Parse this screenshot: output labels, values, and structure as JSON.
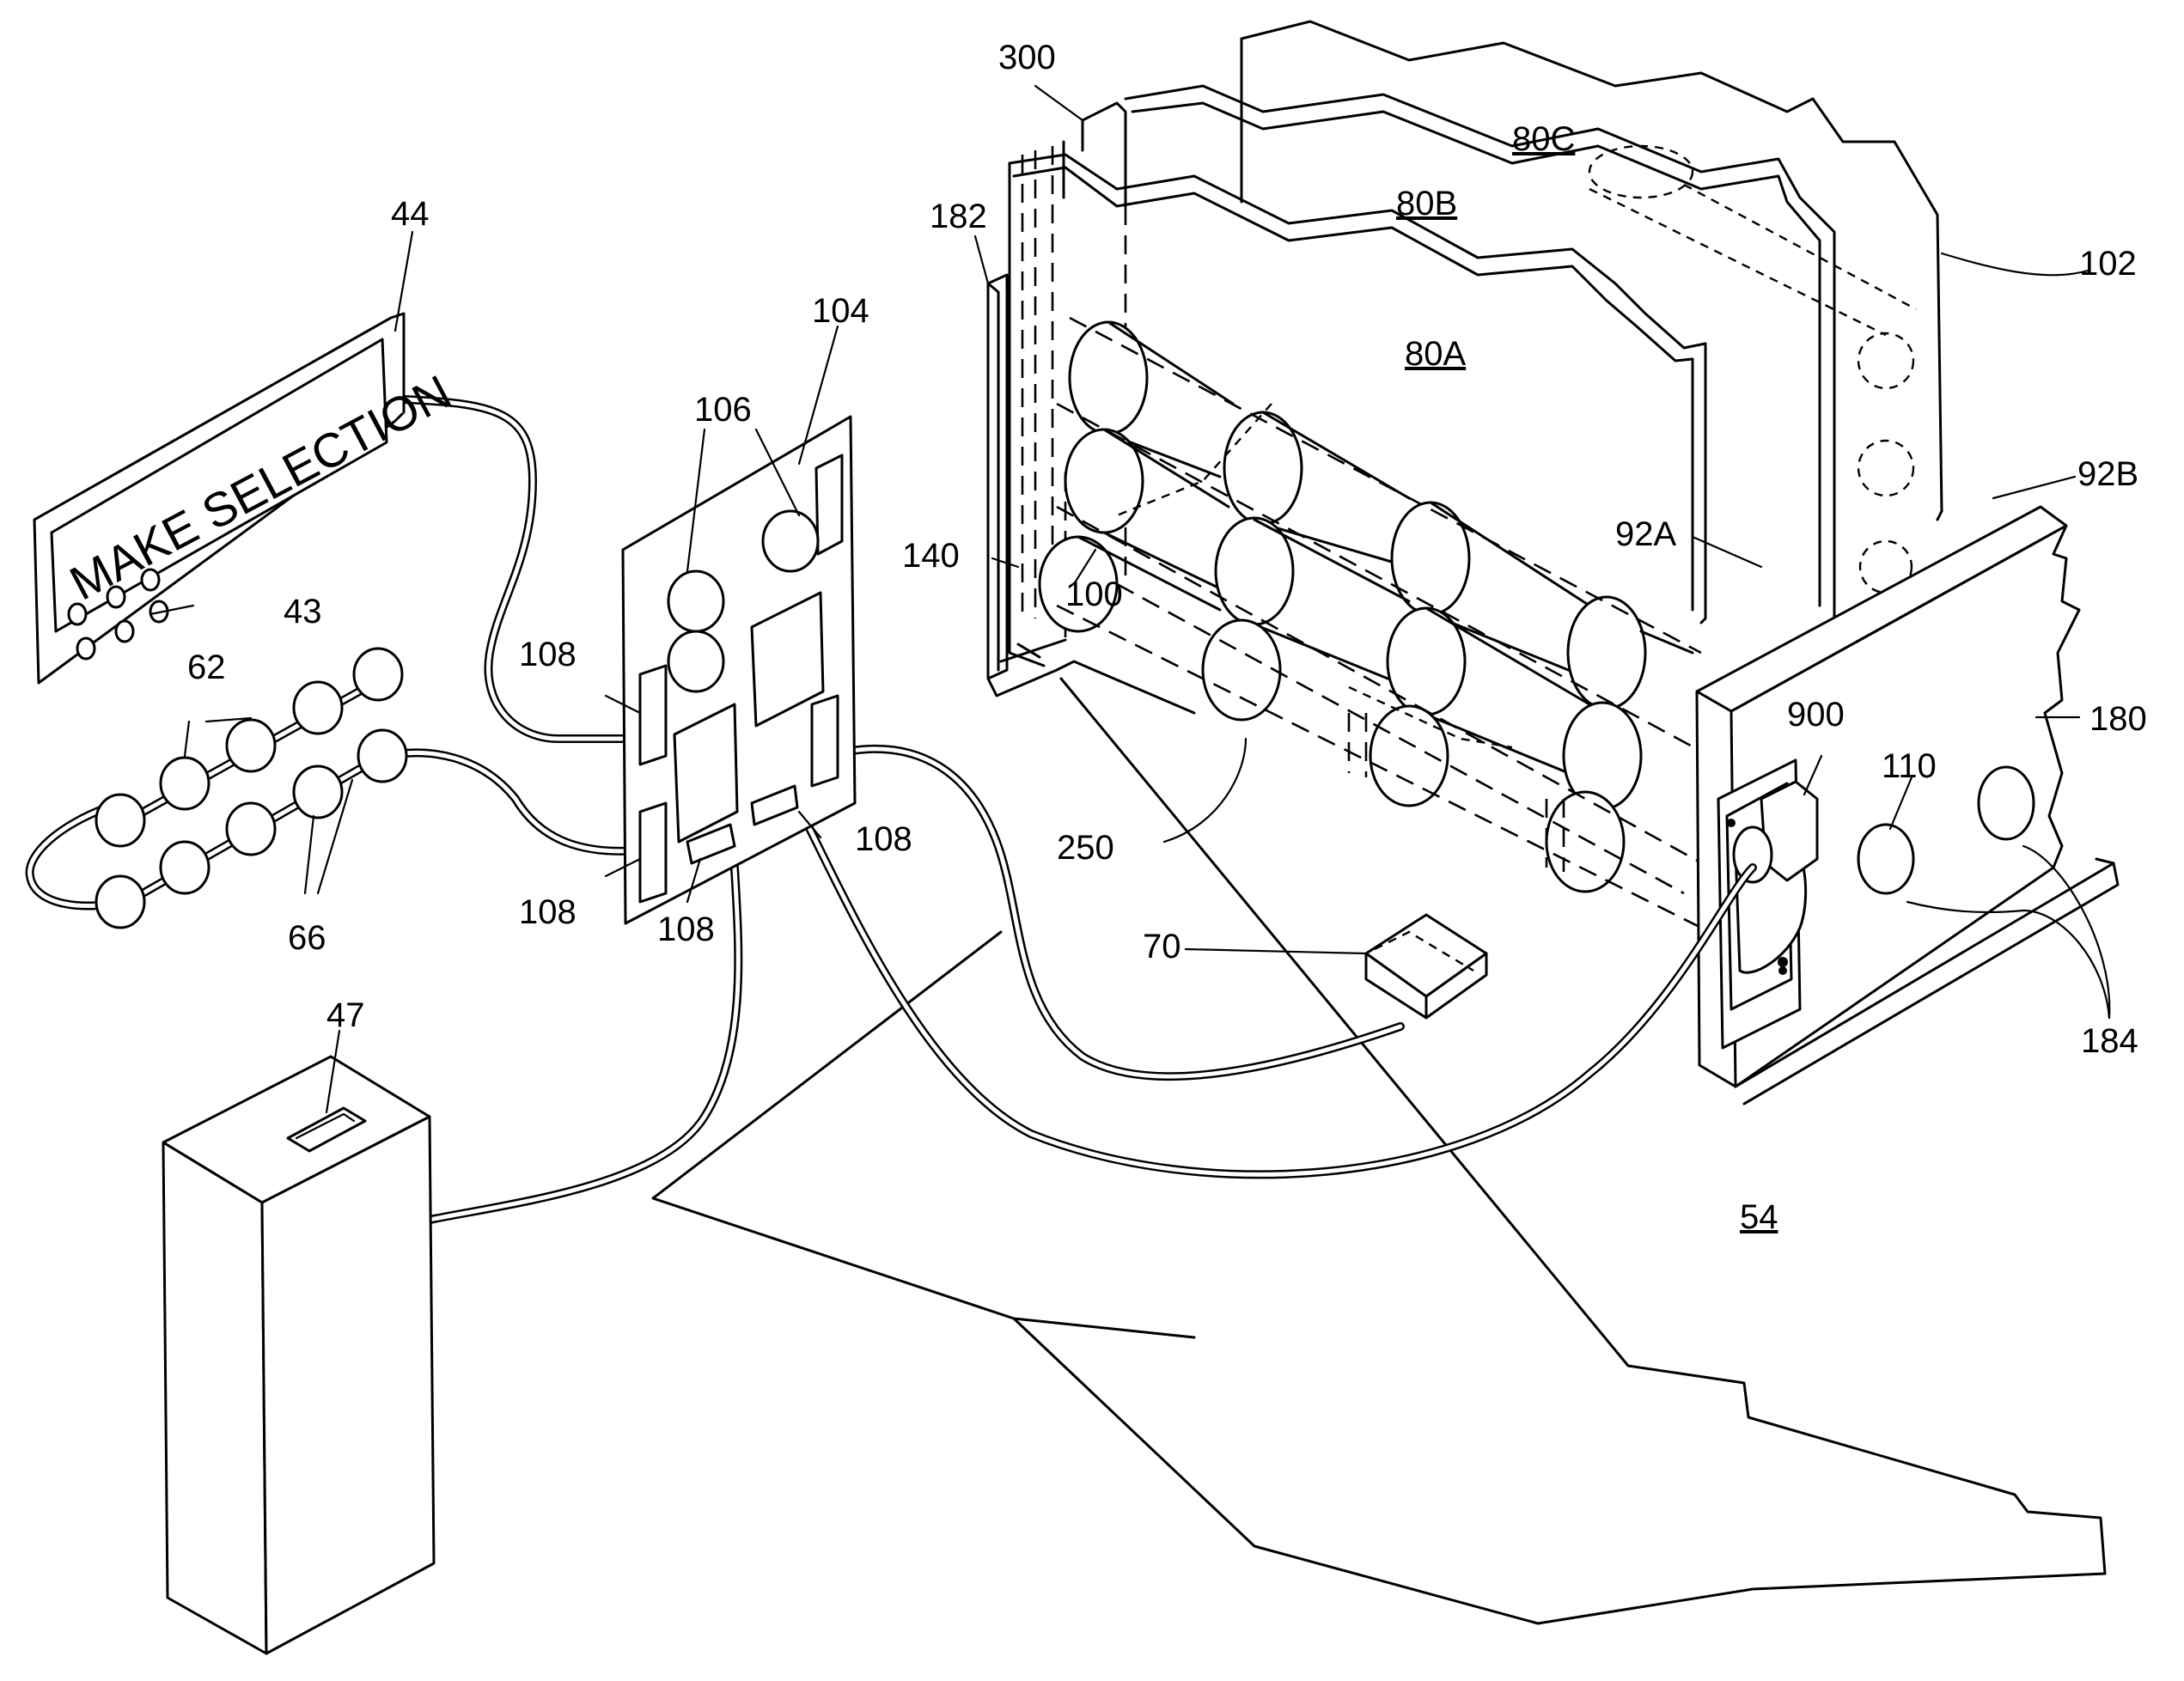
{
  "figure": {
    "display_text": "MAKE SELECTION",
    "labels": {
      "l300": "300",
      "l182": "182",
      "l80c": "80C",
      "l80b": "80B",
      "l80a": "80A",
      "l102": "102",
      "l92b": "92B",
      "l92a": "92A",
      "l44": "44",
      "l104": "104",
      "l106": "106",
      "l140": "140",
      "l100": "100",
      "l43": "43",
      "l62": "62",
      "l108a": "108",
      "l108b": "108",
      "l108c": "108",
      "l108d": "108",
      "l66": "66",
      "l250": "250",
      "l900": "900",
      "l110": "110",
      "l180": "180",
      "l184": "184",
      "l70": "70",
      "l47": "47",
      "l54": "54"
    }
  }
}
